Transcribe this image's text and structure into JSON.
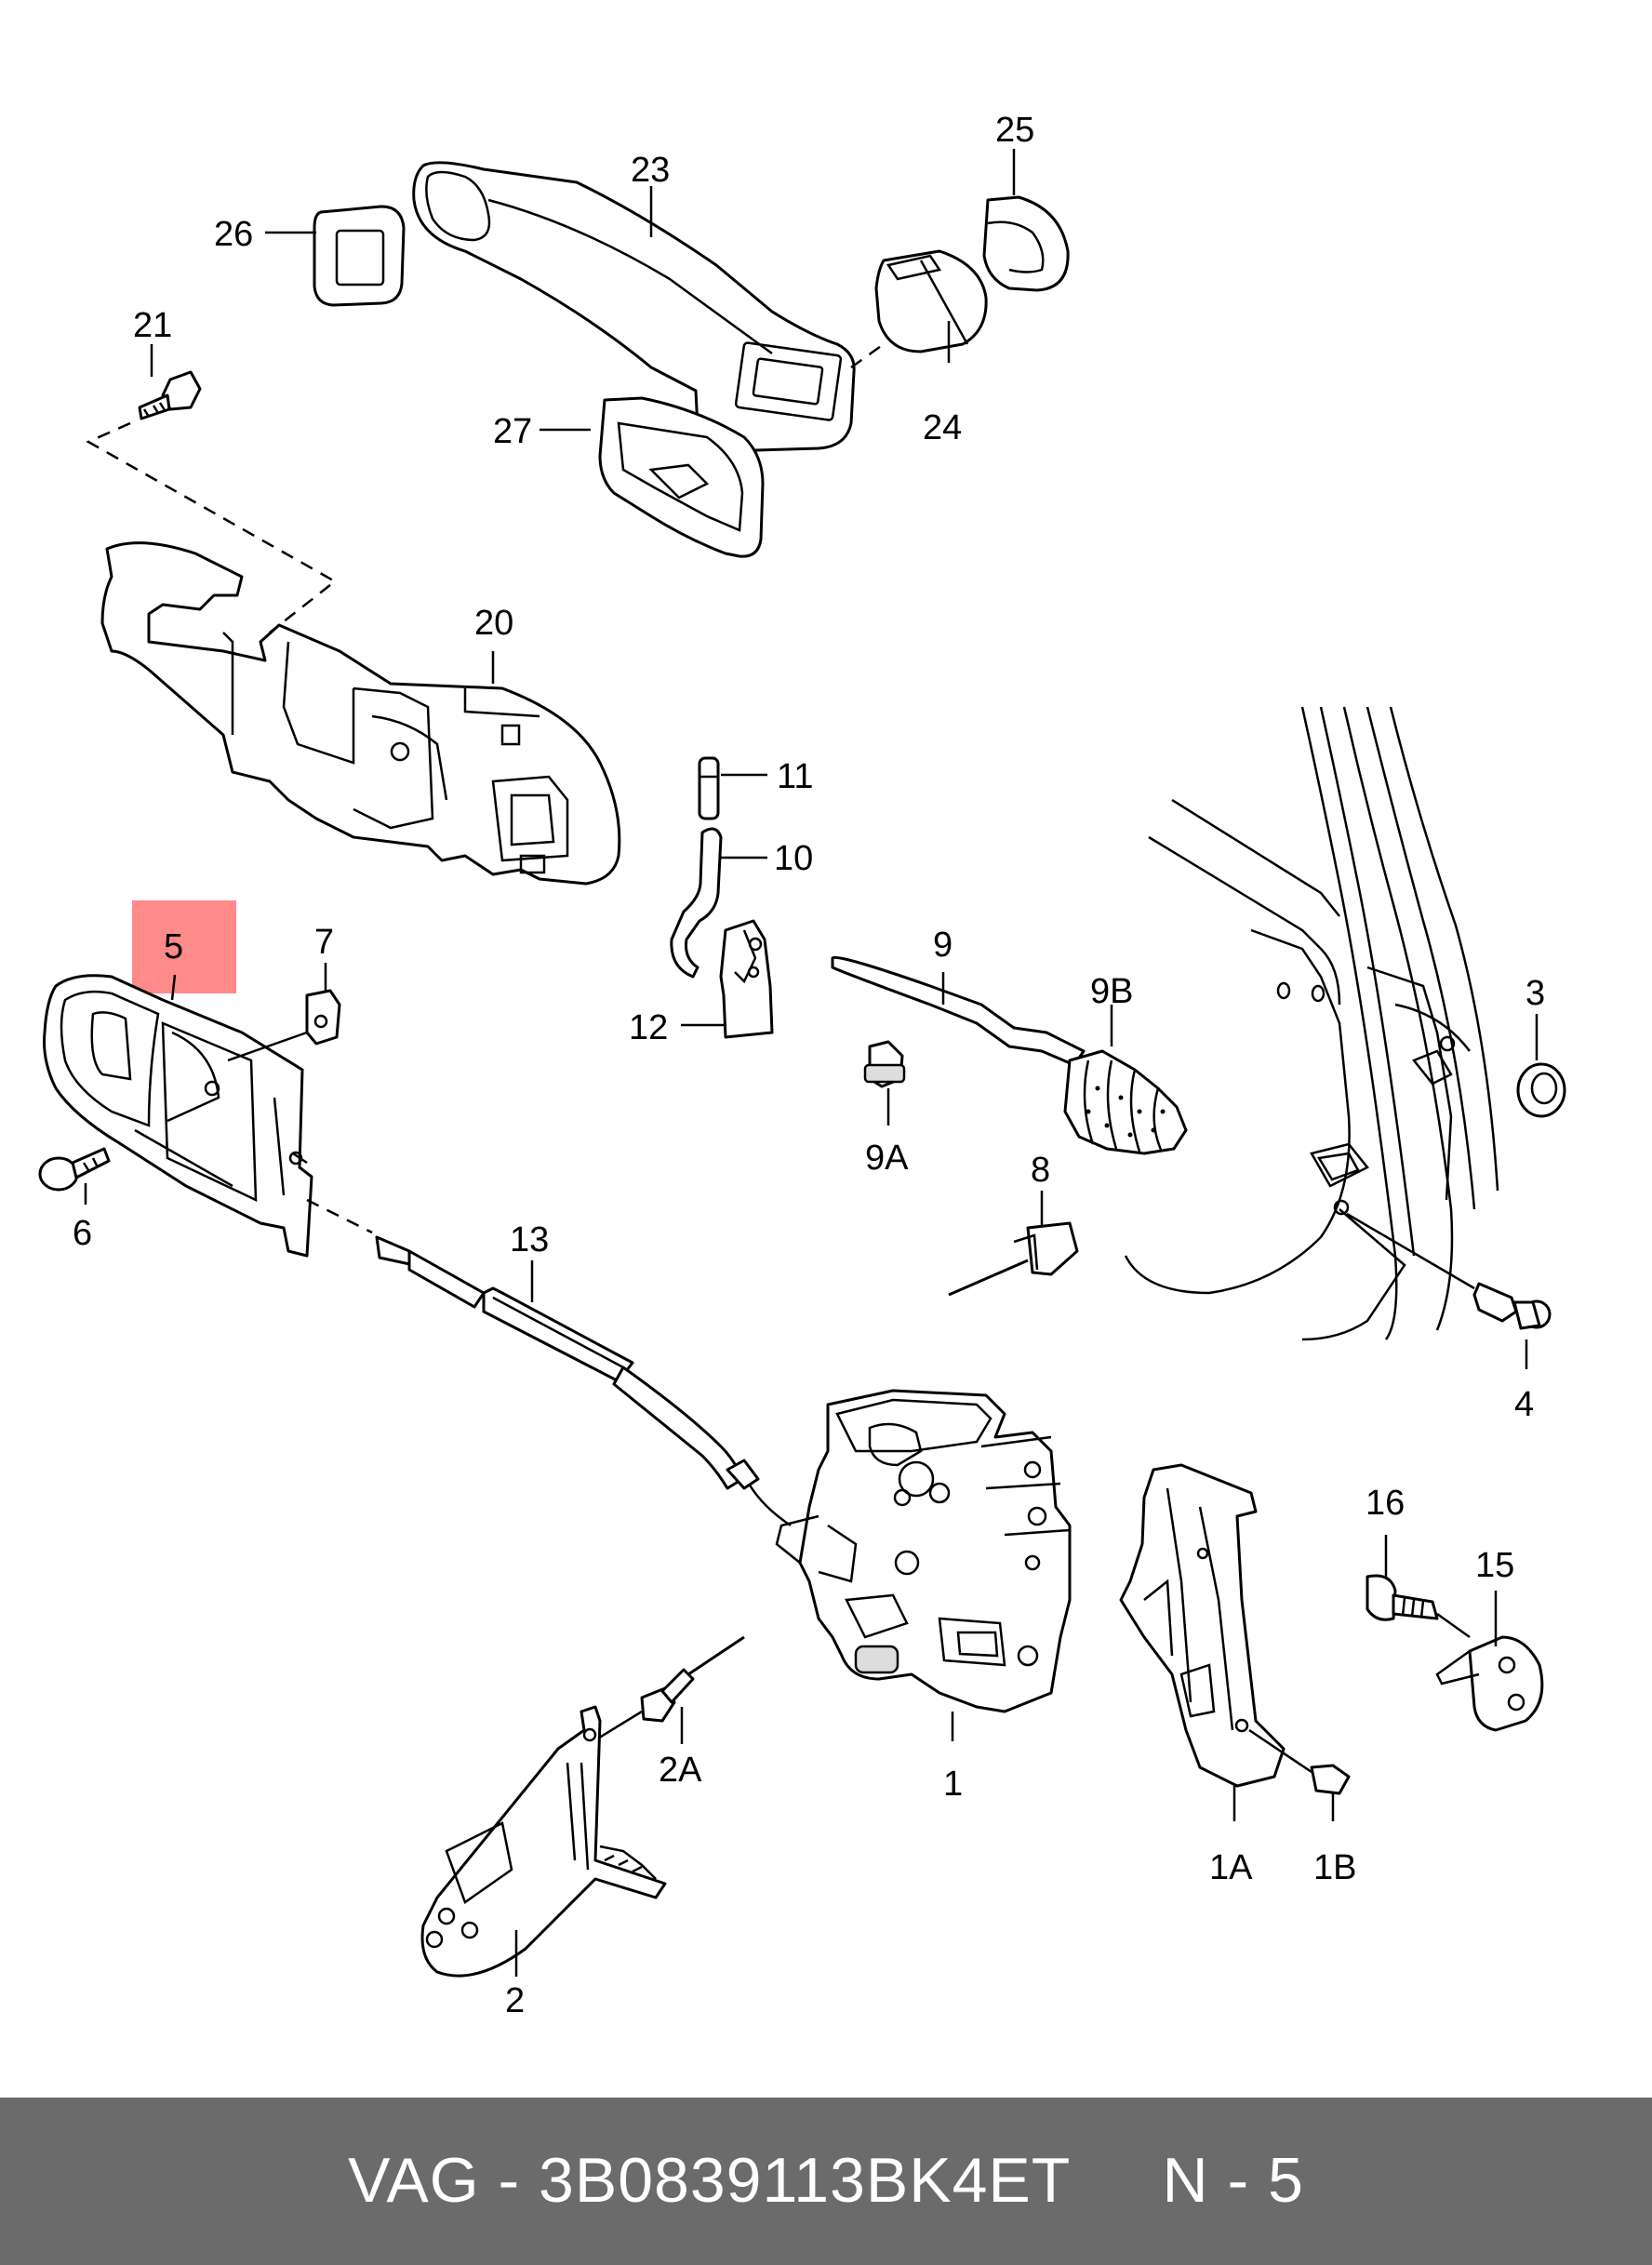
{
  "diagram": {
    "highlight_color": "#ff8a8a",
    "callouts": [
      "1",
      "1A",
      "1B",
      "2",
      "2A",
      "3",
      "4",
      "5",
      "6",
      "7",
      "8",
      "9",
      "9A",
      "9B",
      "10",
      "11",
      "12",
      "13",
      "15",
      "16",
      "20",
      "21",
      "23",
      "24",
      "25",
      "26",
      "27"
    ],
    "highlighted_callout": "5"
  },
  "footer": {
    "background": "#6b6b6b",
    "text": "VAG - 3B0839113BK4ET     N - 5"
  }
}
